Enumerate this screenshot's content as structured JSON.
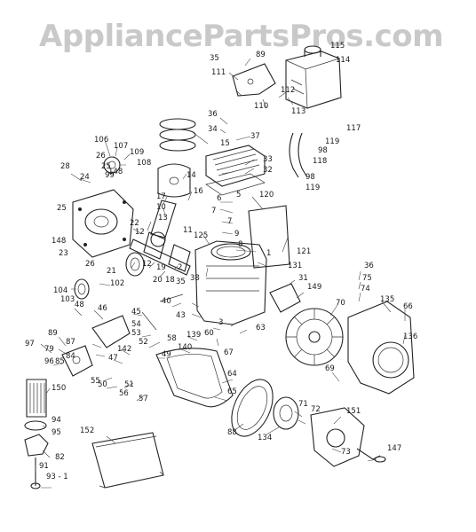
{
  "watermark": "AppliancePartsPros.com",
  "callouts": [
    {
      "text": "115"
    },
    {
      "text": "114"
    },
    {
      "text": "35"
    },
    {
      "text": "89"
    },
    {
      "text": "111"
    },
    {
      "text": "112"
    },
    {
      "text": "113"
    },
    {
      "text": "110"
    },
    {
      "text": "117"
    },
    {
      "text": "118"
    },
    {
      "text": "119"
    },
    {
      "text": "98"
    },
    {
      "text": "98"
    },
    {
      "text": "119"
    },
    {
      "text": "36"
    },
    {
      "text": "34"
    },
    {
      "text": "15"
    },
    {
      "text": "37"
    },
    {
      "text": "33"
    },
    {
      "text": "32"
    },
    {
      "text": "106"
    },
    {
      "text": "107"
    },
    {
      "text": "109"
    },
    {
      "text": "108"
    },
    {
      "text": "28"
    },
    {
      "text": "24"
    },
    {
      "text": "26"
    },
    {
      "text": "25"
    },
    {
      "text": "99"
    },
    {
      "text": "14"
    },
    {
      "text": "16"
    },
    {
      "text": "17"
    },
    {
      "text": "10"
    },
    {
      "text": "13"
    },
    {
      "text": "22"
    },
    {
      "text": "12"
    },
    {
      "text": "11"
    },
    {
      "text": "6"
    },
    {
      "text": "7"
    },
    {
      "text": "5"
    },
    {
      "text": "7"
    },
    {
      "text": "9"
    },
    {
      "text": "8"
    },
    {
      "text": "120"
    },
    {
      "text": "121"
    },
    {
      "text": "125"
    },
    {
      "text": "1"
    },
    {
      "text": "131"
    },
    {
      "text": "25"
    },
    {
      "text": "148"
    },
    {
      "text": "23"
    },
    {
      "text": "148"
    },
    {
      "text": "26"
    },
    {
      "text": "21"
    },
    {
      "text": "12"
    },
    {
      "text": "102"
    },
    {
      "text": "104"
    },
    {
      "text": "103"
    },
    {
      "text": "38"
    },
    {
      "text": "20"
    },
    {
      "text": "2"
    },
    {
      "text": "19"
    },
    {
      "text": "18"
    },
    {
      "text": "35"
    },
    {
      "text": "40"
    },
    {
      "text": "45"
    },
    {
      "text": "48"
    },
    {
      "text": "46"
    },
    {
      "text": "54"
    },
    {
      "text": "53"
    },
    {
      "text": "52"
    },
    {
      "text": "43"
    },
    {
      "text": "58"
    },
    {
      "text": "60"
    },
    {
      "text": "3"
    },
    {
      "text": "63"
    },
    {
      "text": "139"
    },
    {
      "text": "140"
    },
    {
      "text": "67"
    },
    {
      "text": "36"
    },
    {
      "text": "75"
    },
    {
      "text": "74"
    },
    {
      "text": "31"
    },
    {
      "text": "149"
    },
    {
      "text": "70"
    },
    {
      "text": "135"
    },
    {
      "text": "66"
    },
    {
      "text": "136"
    },
    {
      "text": "97"
    },
    {
      "text": "89"
    },
    {
      "text": "79"
    },
    {
      "text": "87"
    },
    {
      "text": "96"
    },
    {
      "text": "84"
    },
    {
      "text": "85"
    },
    {
      "text": "142"
    },
    {
      "text": "47"
    },
    {
      "text": "49"
    },
    {
      "text": "55"
    },
    {
      "text": "50"
    },
    {
      "text": "51"
    },
    {
      "text": "56"
    },
    {
      "text": "57"
    },
    {
      "text": "64"
    },
    {
      "text": "65"
    },
    {
      "text": "69"
    },
    {
      "text": "150"
    },
    {
      "text": "94"
    },
    {
      "text": "95"
    },
    {
      "text": "82"
    },
    {
      "text": "91"
    },
    {
      "text": "93 - 1"
    },
    {
      "text": "152"
    },
    {
      "text": "88"
    },
    {
      "text": "134"
    },
    {
      "text": "71"
    },
    {
      "text": "72"
    },
    {
      "text": "151"
    },
    {
      "text": "73"
    },
    {
      "text": "147"
    }
  ]
}
